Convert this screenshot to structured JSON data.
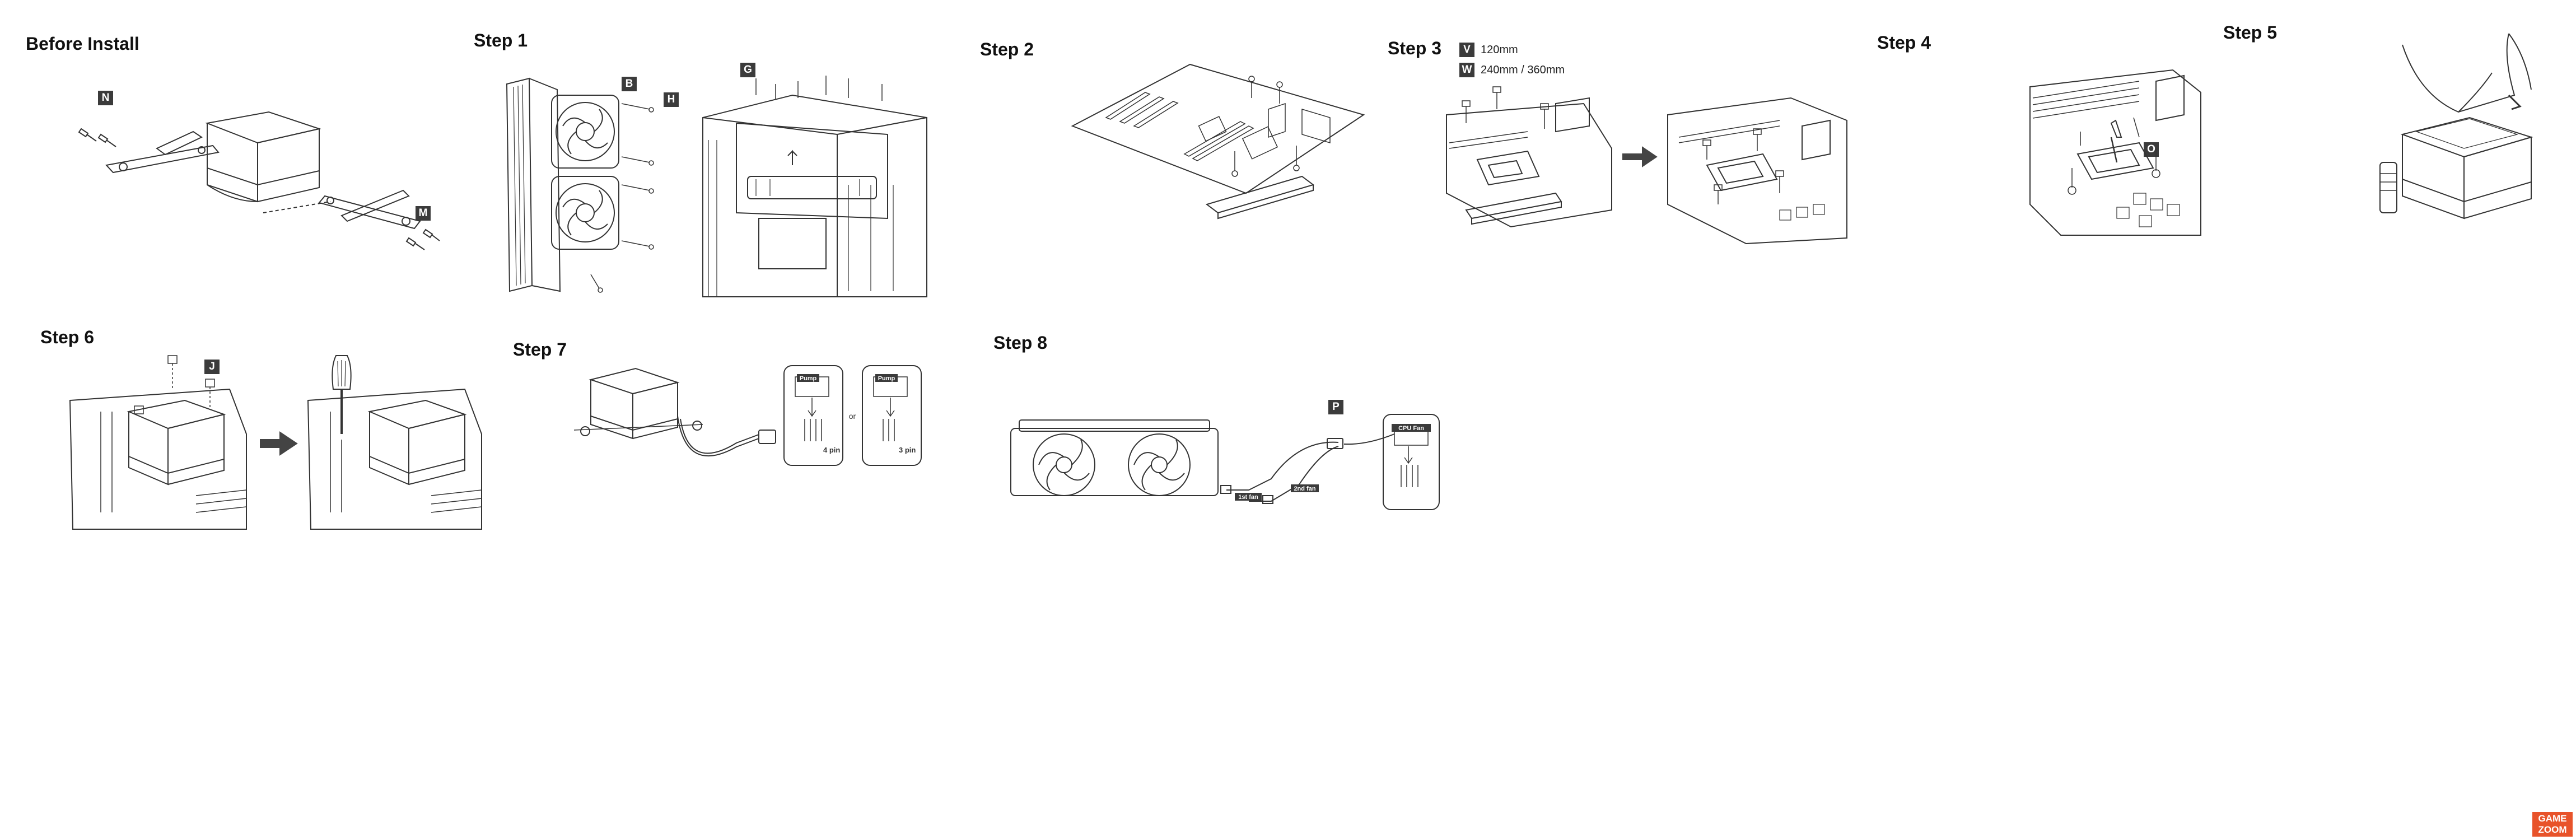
{
  "steps": {
    "before_install": "Before Install",
    "step1": "Step 1",
    "step2": "Step 2",
    "step3": "Step 3",
    "step4": "Step 4",
    "step5": "Step 5",
    "step6": "Step 6",
    "step7": "Step 7",
    "step8": "Step 8"
  },
  "parts": {
    "n": "N",
    "m": "M",
    "b": "B",
    "h": "H",
    "g": "G",
    "v": "V",
    "w": "W",
    "o": "O",
    "j": "J",
    "p": "P"
  },
  "legend": {
    "v_text": "120mm",
    "w_text": "240mm / 360mm"
  },
  "labels": {
    "pump": "Pump",
    "or": "or",
    "pin4": "4 pin",
    "pin3": "3 pin",
    "fan1": "1st fan",
    "fan2": "2nd fan",
    "cpu_fan": "CPU Fan"
  },
  "logo": {
    "line1": "GAME",
    "line2": "ZOOM"
  },
  "colors": {
    "line": "#333333",
    "tag": "#3b3b3b",
    "logo": "#e8532a"
  }
}
